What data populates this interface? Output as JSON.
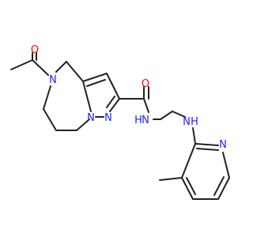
{
  "colors": {
    "bond": "#222222",
    "nitrogen": "#2121ff",
    "oxygen": "#ff0000",
    "background": "#ffffff"
  },
  "molecule": {
    "atom_labels": {
      "ketone_oxygen": "O",
      "amide_oxygen": "O",
      "azepine_nitrogen": "N",
      "pyrazole_n1": "N",
      "pyrazole_n2": "N",
      "amide_nitrogen_n": "N",
      "amide_nitrogen_h": "H",
      "amine_nitrogen_n": "N",
      "amine_nitrogen_h": "H",
      "pyridine_nitrogen": "N"
    }
  }
}
